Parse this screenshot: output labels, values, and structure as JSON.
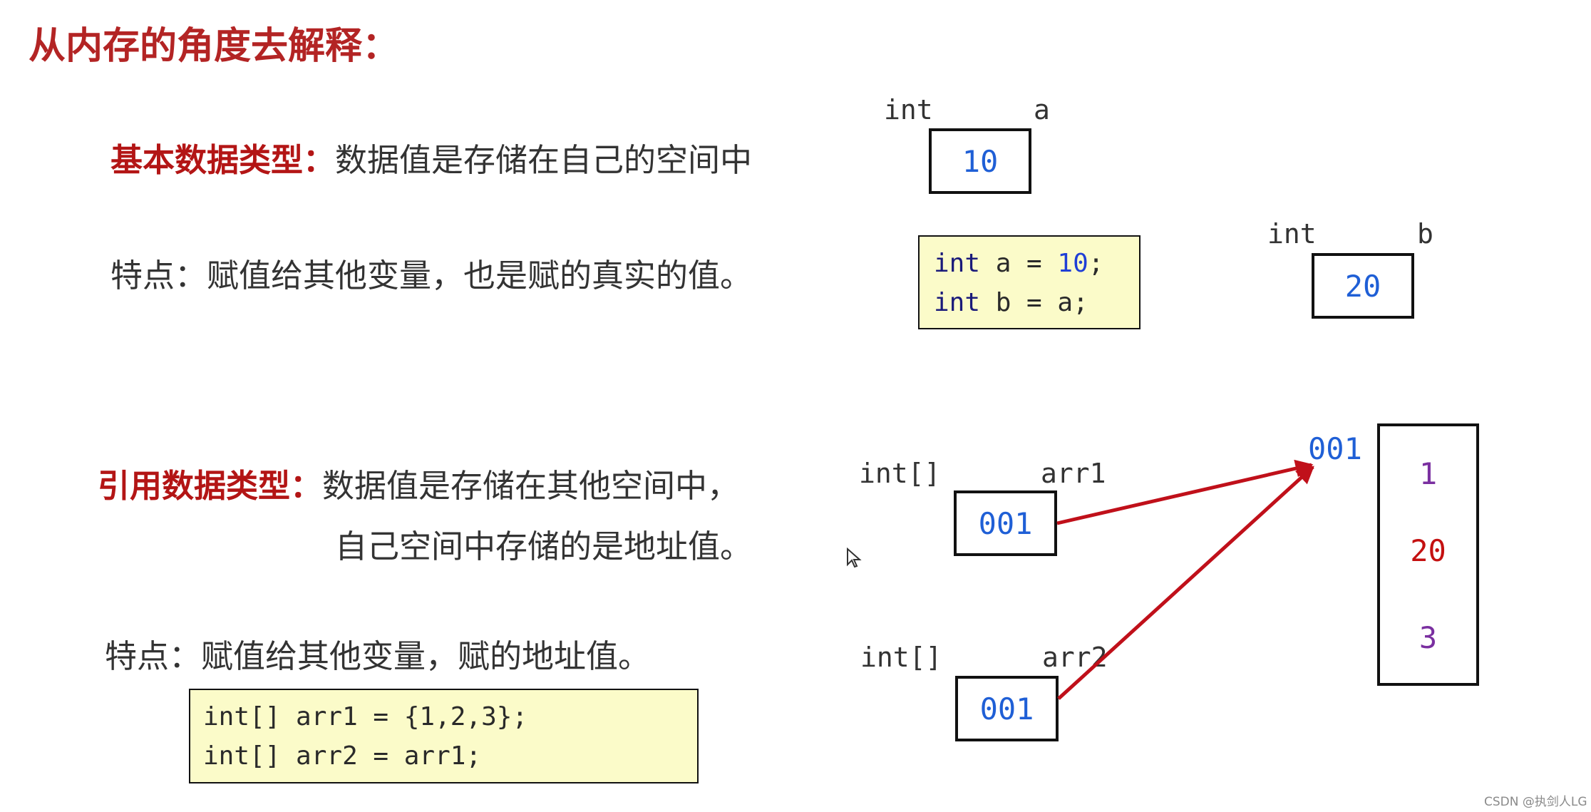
{
  "title": "从内存的角度去解释：",
  "primitive": {
    "heading": "基本数据类型：",
    "desc": "数据值是存储在自己的空间中",
    "feature": "特点：赋值给其他变量，也是赋的真实的值。",
    "var_a": {
      "type": "int",
      "name": "a",
      "value": "10"
    },
    "var_b": {
      "type": "int",
      "name": "b",
      "value": "20"
    },
    "code": [
      {
        "kw": "int",
        "rest": " a = ",
        "num": "10",
        "end": ";"
      },
      {
        "kw": "int",
        "rest": " b = a;",
        "num": "",
        "end": ""
      }
    ]
  },
  "reference": {
    "heading": "引用数据类型：",
    "desc1": "数据值是存储在其他空间中，",
    "desc2": "自己空间中存储的是地址值。",
    "feature": "特点：赋值给其他变量，赋的地址值。",
    "code": [
      "int[] arr1 = {1,2,3};",
      "int[] arr2 = arr1;"
    ],
    "arr1": {
      "type": "int[]",
      "name": "arr1",
      "value": "001"
    },
    "arr2": {
      "type": "int[]",
      "name": "arr2",
      "value": "001"
    },
    "address": "001",
    "elements": [
      {
        "value": "1",
        "color": "#7a2fa0"
      },
      {
        "value": "20",
        "color": "#c41010"
      },
      {
        "value": "3",
        "color": "#7a2fa0"
      }
    ]
  },
  "colors": {
    "arrow": "#c0101a",
    "value": "#1f5fd6",
    "heading": "#b31515"
  },
  "watermark": "CSDN @执剑人LG"
}
